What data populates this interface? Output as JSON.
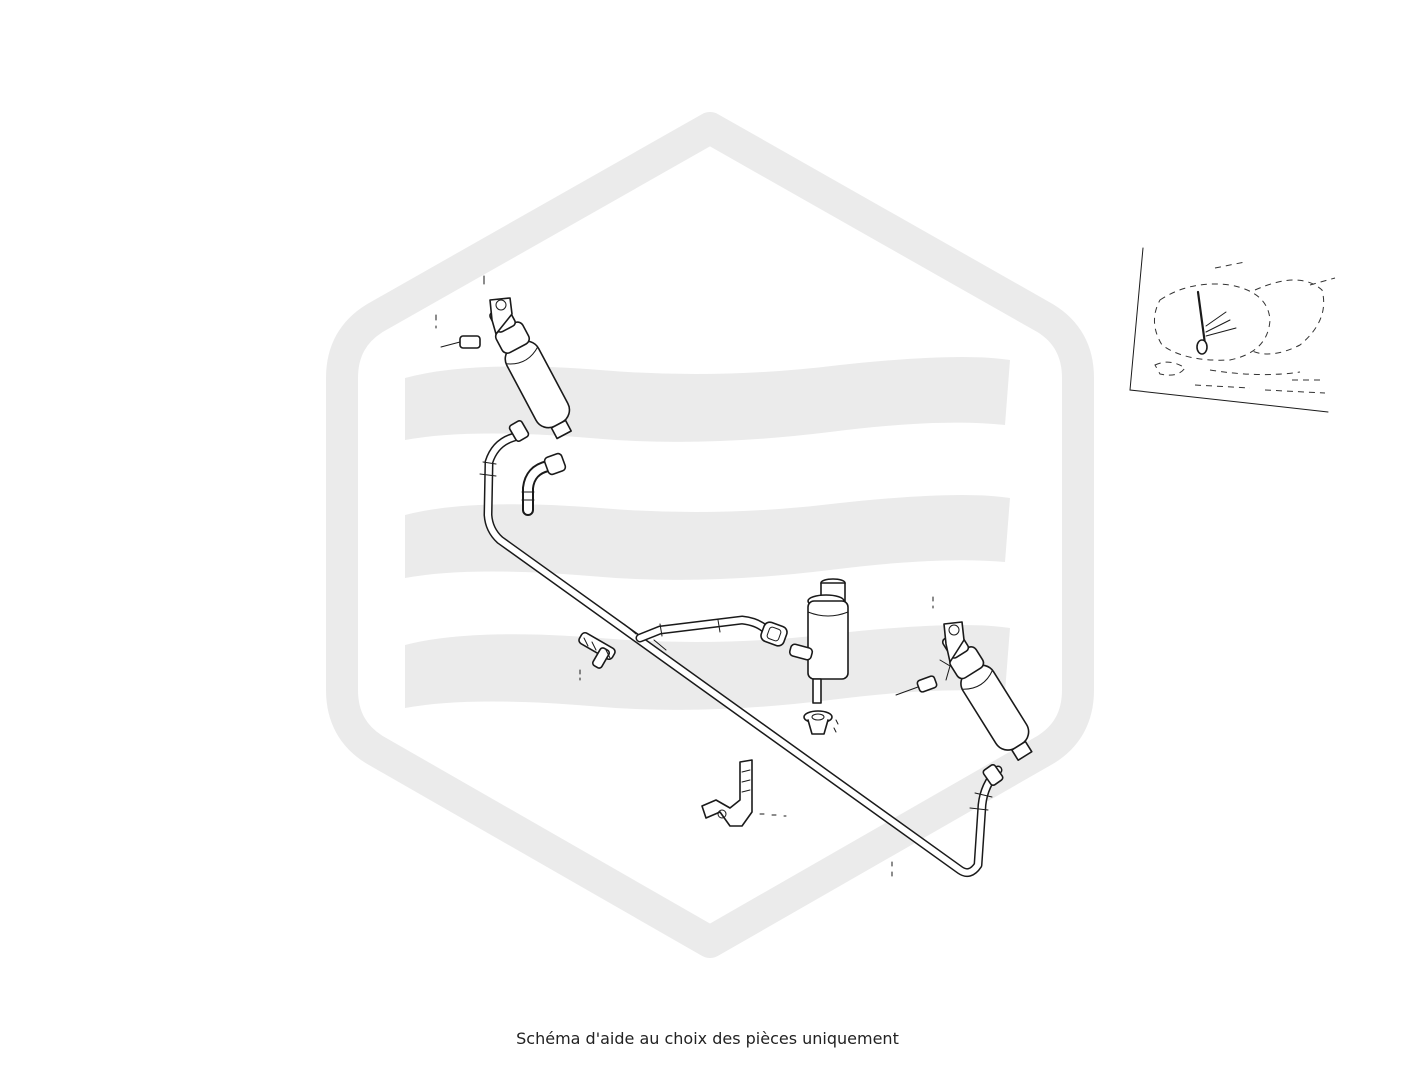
{
  "caption": "Schéma d'aide au choix des pièces uniquement",
  "colors": {
    "background": "#ffffff",
    "watermark": "#ebebeb",
    "line": "#1a1a1a",
    "caption_text": "#222222"
  },
  "parts": [
    {
      "id": "left-washer-nozzle",
      "icon": "nozzle-cylinder"
    },
    {
      "id": "right-washer-nozzle",
      "icon": "nozzle-cylinder"
    },
    {
      "id": "washer-pump",
      "icon": "pump-cylinder"
    },
    {
      "id": "main-hose",
      "icon": "hose"
    },
    {
      "id": "t-connector",
      "icon": "connector"
    },
    {
      "id": "elbow-connector",
      "icon": "connector"
    },
    {
      "id": "hose-clip",
      "icon": "clip"
    },
    {
      "id": "pump-grommet",
      "icon": "grommet"
    },
    {
      "id": "left-pin",
      "icon": "pin"
    },
    {
      "id": "right-pin",
      "icon": "pin"
    }
  ],
  "location_inset": {
    "icon": "vehicle-front-location"
  }
}
